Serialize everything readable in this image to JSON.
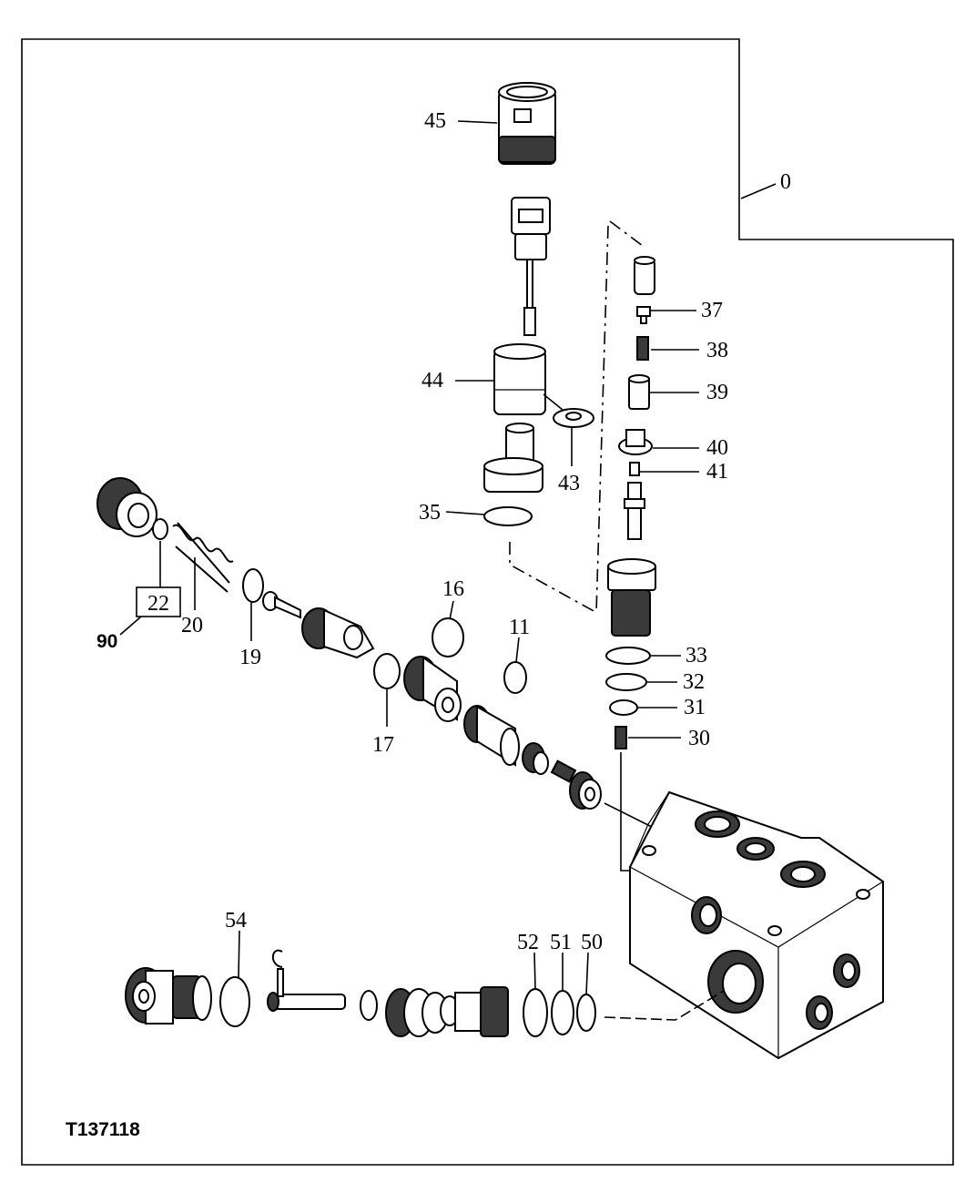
{
  "figure_id": "T137118",
  "callouts": {
    "c0": "0",
    "c11": "11",
    "c16": "16",
    "c17": "17",
    "c19": "19",
    "c20": "20",
    "c22": "22",
    "c30": "30",
    "c31": "31",
    "c32": "32",
    "c33": "33",
    "c35": "35",
    "c37": "37",
    "c38": "38",
    "c39": "39",
    "c40": "40",
    "c41": "41",
    "c43": "43",
    "c44": "44",
    "c45": "45",
    "c50": "50",
    "c51": "51",
    "c52": "52",
    "c54": "54",
    "c90": "90"
  }
}
